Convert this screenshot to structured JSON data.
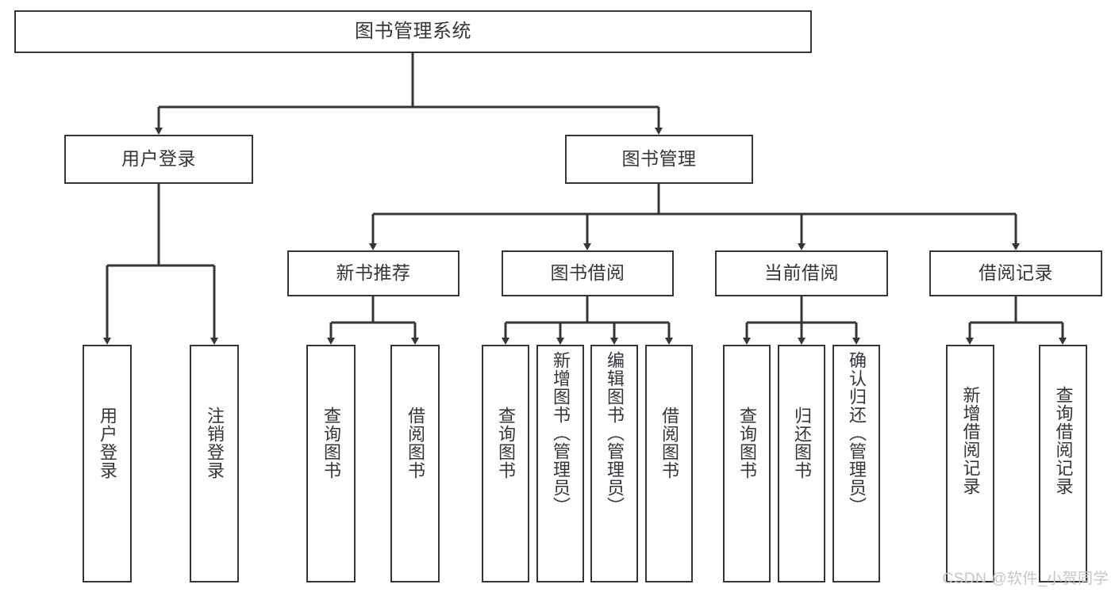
{
  "diagram": {
    "type": "tree",
    "title": "图书管理系统",
    "line_color": "#33363a",
    "box_fill": "#ffffff",
    "text_color": "#33363a",
    "background": "#ffffff"
  },
  "nodes": {
    "root": {
      "label": "图书管理系统"
    },
    "level2": [
      {
        "label": "用户登录"
      },
      {
        "label": "图书管理"
      }
    ],
    "level3": [
      {
        "label": "新书推荐"
      },
      {
        "label": "图书借阅"
      },
      {
        "label": "当前借阅"
      },
      {
        "label": "借阅记录"
      }
    ],
    "leaves": {
      "user_login": [
        {
          "label": "用户登录"
        },
        {
          "label": "注销登录"
        }
      ],
      "new_book": [
        {
          "label": "查询图书"
        },
        {
          "label": "借阅图书"
        }
      ],
      "borrow_book": [
        {
          "label": "查询图书"
        },
        {
          "label": "新增图书（管理员）"
        },
        {
          "label": "编辑图书（管理员）"
        },
        {
          "label": "借阅图书"
        }
      ],
      "current_borrow": [
        {
          "label": "查询图书"
        },
        {
          "label": "归还图书"
        },
        {
          "label": "确认归还（管理员）"
        }
      ],
      "borrow_record": [
        {
          "label": "新增借阅记录"
        },
        {
          "label": "查询借阅记录"
        }
      ]
    }
  },
  "watermark": {
    "text": "CSDN @软件_小贺同学"
  }
}
